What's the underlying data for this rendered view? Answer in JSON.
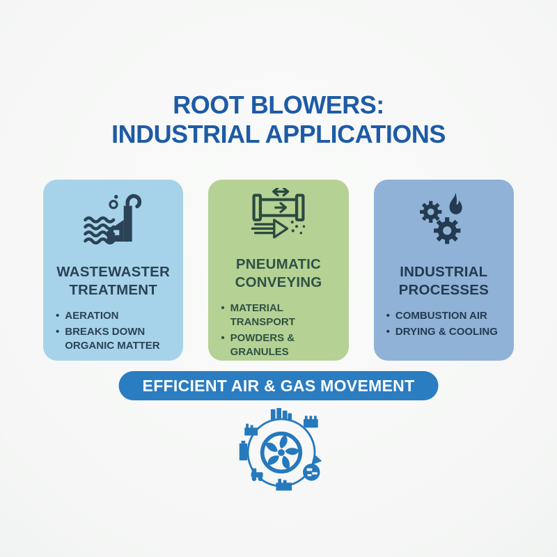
{
  "page": {
    "title_line1": "ROOT BLOWERS:",
    "title_line2": "INDUSTRIAL APPLICATIONS",
    "title_color": "#1d5ba6",
    "background_color": "#f7f8f6"
  },
  "cards": [
    {
      "id": "wastewater-treatment",
      "icon": "wastewater-plant-icon",
      "icon_color": "#2b4257",
      "bg_color": "#a6d3e9",
      "text_color": "#2b4257",
      "title_line1": "WASTEWASTER",
      "title_line2": "TREATMENT",
      "bullets": [
        "AERATION",
        "BREAKS DOWN ORGANIC MATTER"
      ]
    },
    {
      "id": "pneumatic-conveying",
      "icon": "pneumatic-pipe-icon",
      "icon_color": "#2a4a3f",
      "bg_color": "#b5d194",
      "text_color": "#2f5245",
      "title_line1": "PNEUMATIC",
      "title_line2": "CONVEYING",
      "bullets": [
        "MATERIAL TRANSPORT",
        "POWDERS & GRANULES"
      ]
    },
    {
      "id": "industrial-processes",
      "icon": "gears-flame-icon",
      "icon_color": "#243a50",
      "bg_color": "#8fb2d6",
      "text_color": "#243a50",
      "title_line1": "INDUSTRIAL",
      "title_line2": "PROCESSES",
      "bullets": [
        "COMBUSTION AIR",
        "DRYING & COOLING"
      ]
    }
  ],
  "banner": {
    "label": "EFFICIENT AIR & GAS MOVEMENT",
    "bg_color": "#2b7dc2",
    "text_color": "#ffffff"
  },
  "footer": {
    "icon": "blower-fan-ecosystem-icon",
    "icon_color": "#2679bd"
  }
}
